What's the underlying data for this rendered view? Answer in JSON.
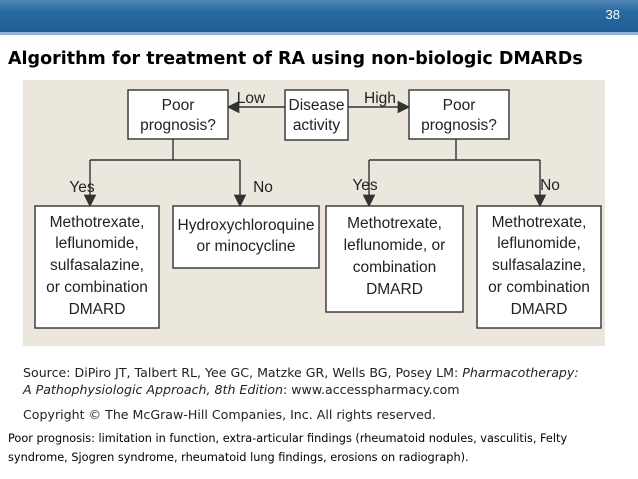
{
  "slide": {
    "number": "38"
  },
  "title": "Algorithm for treatment of RA using non-biologic DMARDs",
  "diagram": {
    "nodes": {
      "disease_activity": [
        "Disease",
        "activity"
      ],
      "poor_prognosis_left": [
        "Poor",
        "prognosis?"
      ],
      "poor_prognosis_right": [
        "Poor",
        "prognosis?"
      ],
      "box1": [
        "Methotrexate,",
        "leflunomide,",
        "sulfasalazine,",
        "or combination",
        "DMARD"
      ],
      "box2": [
        "Hydroxychloroquine",
        "or minocycline"
      ],
      "box3": [
        "Methotrexate,",
        "leflunomide, or",
        "combination",
        "DMARD"
      ],
      "box4": [
        "Methotrexate,",
        "leflunomide,",
        "sulfasalazine,",
        "or combination",
        "DMARD"
      ]
    },
    "edges": {
      "low": "Low",
      "high": "High",
      "yes_left": "Yes",
      "no_left": "No",
      "yes_right": "Yes",
      "no_right": "No"
    }
  },
  "source": {
    "line1": "Source: DiPiro JT, Talbert RL, Yee GC, Matzke GR, Wells BG, Posey LM: ",
    "line1_italic": "Pharmacotherapy:",
    "line2_italic": "A Pathophysiologic Approach, 8th Edition",
    "line2_rest": ": www.accesspharmacy.com",
    "copyright": "Copyright © The McGraw-Hill Companies, Inc. All rights reserved."
  },
  "footnote": "Poor prognosis: limitation in function, extra-articular findings (rheumatoid nodules, vasculitis, Felty syndrome, Sjogren syndrome, rheumatoid lung findings, erosions on radiograph)."
}
